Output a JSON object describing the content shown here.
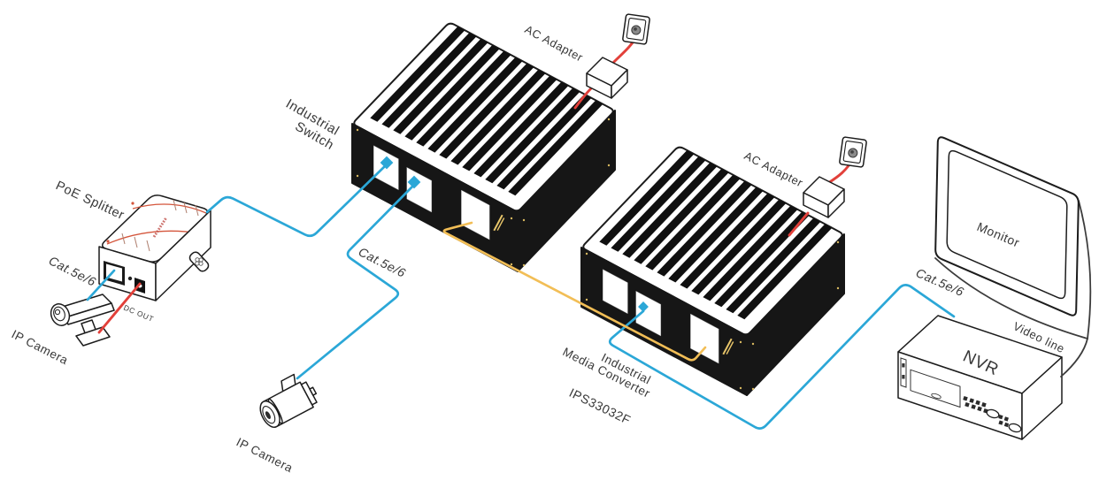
{
  "devices": {
    "poe_splitter": {
      "label": "PoE Splitter",
      "dc_out_label": "DC OUT"
    },
    "ip_camera_left": {
      "label": "IP Camera"
    },
    "ip_camera_center": {
      "label": "IP Camera"
    },
    "industrial_switch": {
      "label_line1": "Industrial",
      "label_line2": "Switch"
    },
    "media_converter": {
      "label_line1": "Industrial",
      "label_line2": "Media Converter",
      "model": "IPS33032F"
    },
    "ac_adapter_switch": {
      "label": "AC Adapter"
    },
    "ac_adapter_converter": {
      "label": "AC Adapter"
    },
    "monitor": {
      "label": "Monitor"
    },
    "nvr": {
      "label": "NVR"
    }
  },
  "cables": {
    "cat5e_splitter_to_switch": {
      "label": "Cat.5e/6",
      "color": "#2BA7D7"
    },
    "cat5e_switch_to_camera": {
      "label": "Cat.5e/6",
      "color": "#2BA7D7"
    },
    "cat5e_converter_to_nvr": {
      "label": "Cat.5e/6",
      "color": "#2BA7D7"
    },
    "fiber_switch_to_converter": {
      "color": "#F2BE56"
    },
    "ac_power": {
      "color": "#E2403A"
    },
    "dc_camera_power": {
      "color": "#E2403A"
    },
    "video_line": {
      "label": "Video line",
      "color": "#3C3C3C"
    }
  },
  "palette": {
    "device_black": "#161616",
    "splitter_accent": "#D4553B",
    "connector_blue": "#2BA7D7",
    "background": "#FFFFFF"
  }
}
